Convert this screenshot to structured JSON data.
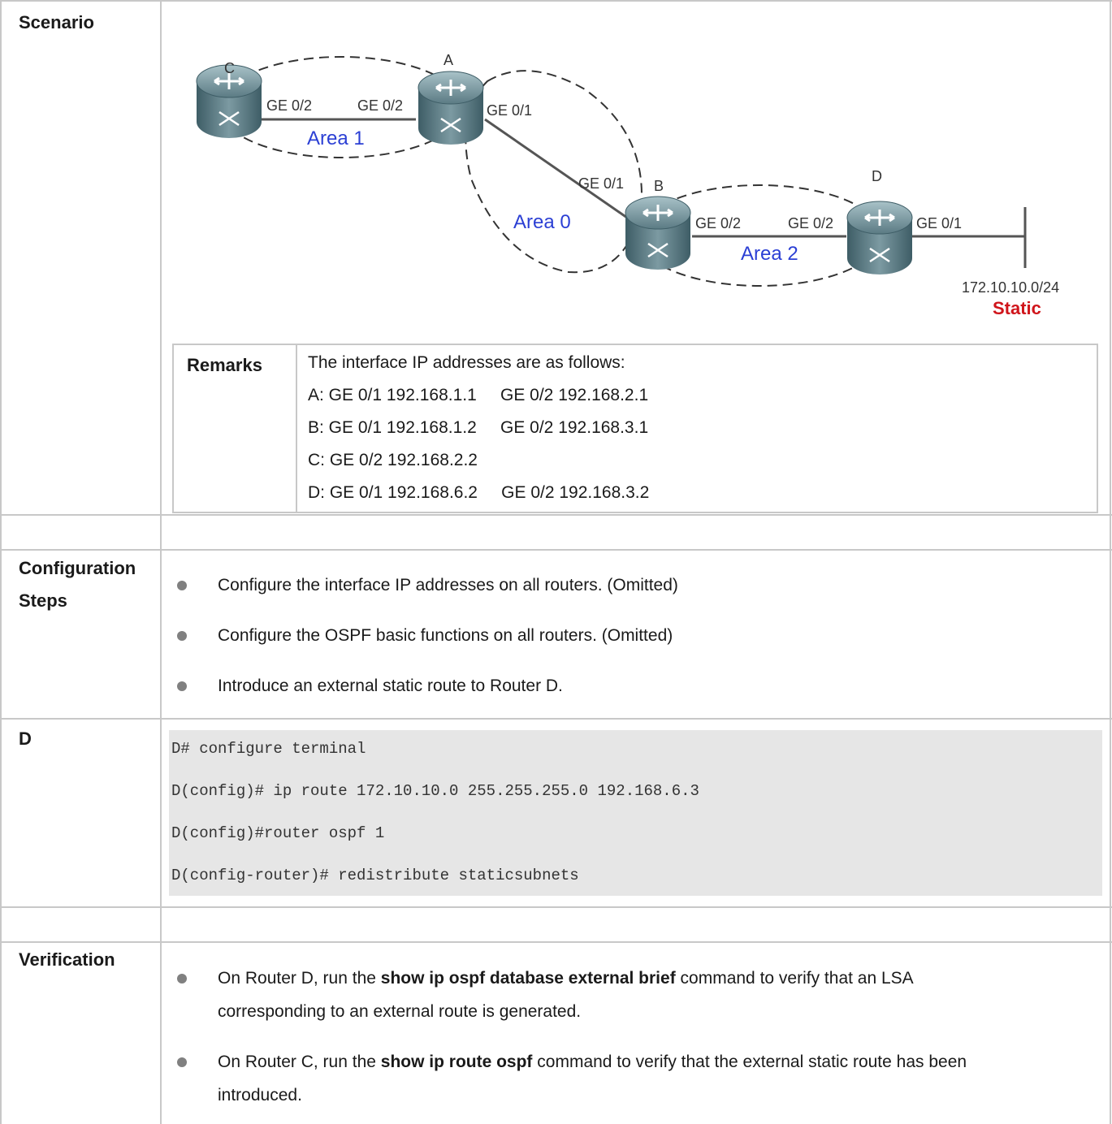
{
  "labels": {
    "scenario": "Scenario",
    "config_line1": "Configuration",
    "config_line2": "Steps",
    "d": "D",
    "verification": "Verification"
  },
  "diagram": {
    "router_c": "C",
    "router_a": "A",
    "router_b": "B",
    "router_d": "D",
    "c_ge02": "GE 0/2",
    "a_ge02": "GE 0/2",
    "a_ge01": "GE 0/1",
    "b_ge01": "GE 0/1",
    "b_ge02": "GE 0/2",
    "d_ge02": "GE 0/2",
    "d_ge01": "GE 0/1",
    "area1": "Area 1",
    "area0": "Area 0",
    "area2": "Area 2",
    "network": "172.10.10.0/24",
    "static": "Static",
    "colors": {
      "area": "#2b3fd4",
      "static": "#d0151b",
      "router": "#4a6a74"
    }
  },
  "remarks": {
    "label": "Remarks",
    "lines": [
      "The interface IP addresses are as follows:",
      "A: GE 0/1 192.168.1.1     GE 0/2 192.168.2.1",
      "B: GE 0/1 192.168.1.2     GE 0/2 192.168.3.1",
      "C: GE 0/2 192.168.2.2",
      "D: GE 0/1 192.168.6.2     GE 0/2 192.168.3.2"
    ]
  },
  "config_steps": [
    "Configure the interface IP addresses on all routers. (Omitted)",
    "Configure the OSPF basic functions on all routers. (Omitted)",
    "Introduce an external static route to Router D."
  ],
  "code_lines": [
    "D# configure terminal",
    "D(config)# ip route 172.10.10.0 255.255.255.0 192.168.6.3",
    "D(config)#router ospf 1",
    "D(config-router)# redistribute staticsubnets"
  ],
  "verification": [
    {
      "pre": "On Router D, run the ",
      "bold": "show ip ospf database external brief",
      "post": " command to verify that an LSA",
      "line2": "corresponding to an external route is generated."
    },
    {
      "pre": "On Router C, run the ",
      "bold": "show ip route ospf",
      "post": " command to verify that the external static route has been",
      "line2": "introduced."
    }
  ]
}
